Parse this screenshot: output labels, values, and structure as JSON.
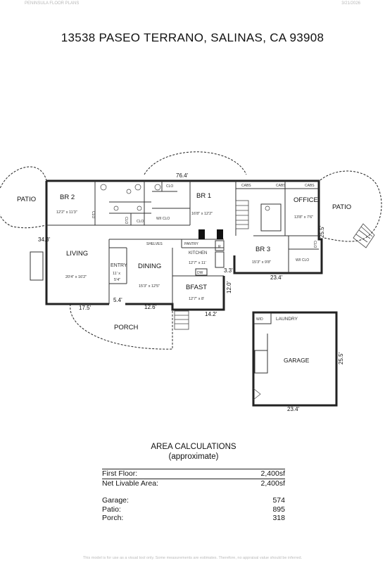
{
  "header": {
    "brand": "PENINSULA FLOOR PLANS",
    "date": "3/21/2026",
    "address": "13538 PASEO TERRANO, SALINAS, CA  93908"
  },
  "rooms": {
    "patio_left": "PATIO",
    "patio_right": "PATIO",
    "br2": {
      "name": "BR 2",
      "size": "12'2\" x 11'3\""
    },
    "br1": {
      "name": "BR 1",
      "size": "16'8\" x 12'2\""
    },
    "office": {
      "name": "OFFICE",
      "size": "13'8\" x 7'6\""
    },
    "br3": {
      "name": "BR 3",
      "size": "15'3\" x 9'8\""
    },
    "living": {
      "name": "LIVING",
      "size": "20'4\" x 16'2\""
    },
    "entry": {
      "name": "ENTRY",
      "size1": "11' x",
      "size2": "5'4\""
    },
    "dining": {
      "name": "DINING",
      "size": "15'3\" x 12'5\""
    },
    "kitchen": {
      "name": "KITCHEN",
      "size": "12'7\" x 11'"
    },
    "bfast": {
      "name": "BFAST",
      "size": "12'7\" x 8'"
    },
    "porch": "PORCH",
    "garage": "GARAGE",
    "laundry": "LAUNDRY"
  },
  "labels": {
    "clo": "CLO",
    "wi_clo": "W/I CLO",
    "cabs": "CABS",
    "shelves": "SHELVES",
    "pantry": "PANTRY",
    "dw": "DW",
    "r": "R",
    "wd": "W/D"
  },
  "dimensions": {
    "top": "76.4'",
    "left": "34.3'",
    "right_office": "25.5'",
    "bottom_br3": "23.4'",
    "bfast_small": "3.3'",
    "bfast_side": "12.0'",
    "bfast_bottom": "14.2'",
    "porch_left": "17.5'",
    "entry_width": "5.4'",
    "porch_right": "12.6'",
    "garage_side": "25.5'",
    "garage_bottom": "23.4'"
  },
  "area_calculations": {
    "title": "AREA CALCULATIONS",
    "subtitle": "(approximate)",
    "first_floor_label": "First  Floor:",
    "first_floor_value": "2,400sf",
    "net_label": "Net Livable Area:",
    "net_value": "2,400sf",
    "garage_label": "Garage:",
    "garage_value": "574",
    "patio_label": "Patio:",
    "patio_value": "895",
    "porch_label": "Porch:",
    "porch_value": "318"
  },
  "footer": "This model is for use as a visual tool only. Some measurements are estimates. Therefore, no appraisal value should be inferred."
}
